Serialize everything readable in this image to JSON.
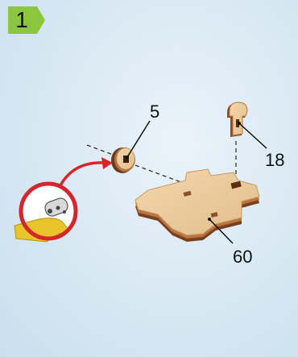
{
  "step": {
    "number": "1",
    "badge_color": "#8cc63f"
  },
  "callouts": {
    "part_a": "5",
    "part_b": "18",
    "part_c": "60"
  },
  "colors": {
    "wood": "#e9c89b",
    "wood_edge": "#b0703c",
    "wood_dark": "#6b3b1e",
    "arrow": "#d7262b",
    "magnifier_ring": "#d7262b",
    "glue": "#e9c52b"
  }
}
